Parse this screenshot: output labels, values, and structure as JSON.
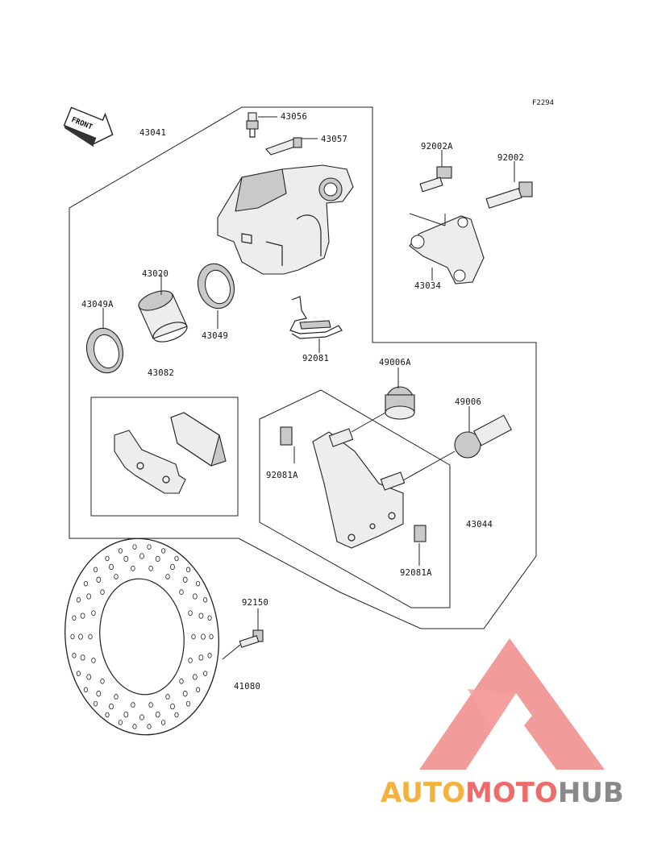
{
  "diagram": {
    "ref_code": "F2294",
    "front_arrow_label": "FRONT",
    "parts": [
      {
        "id": "43056",
        "label": "43056"
      },
      {
        "id": "43057",
        "label": "43057"
      },
      {
        "id": "43041",
        "label": "43041"
      },
      {
        "id": "43020",
        "label": "43020"
      },
      {
        "id": "43049A",
        "label": "43049A"
      },
      {
        "id": "43049",
        "label": "43049"
      },
      {
        "id": "43082",
        "label": "43082"
      },
      {
        "id": "92081",
        "label": "92081"
      },
      {
        "id": "92002A",
        "label": "92002A"
      },
      {
        "id": "92002",
        "label": "92002"
      },
      {
        "id": "43034",
        "label": "43034"
      },
      {
        "id": "49006A",
        "label": "49006A"
      },
      {
        "id": "49006",
        "label": "49006"
      },
      {
        "id": "92081A_top",
        "label": "92081A"
      },
      {
        "id": "92081A_bottom",
        "label": "92081A"
      },
      {
        "id": "43044",
        "label": "43044"
      },
      {
        "id": "92150",
        "label": "92150"
      },
      {
        "id": "41080",
        "label": "41080"
      }
    ]
  },
  "watermark": {
    "brand_part1": "AUTO",
    "brand_part2": "MOTO",
    "brand_part3": "HUB",
    "color_orange": "#f5b13d",
    "color_red": "#ef6b6b",
    "color_gray": "#8a8a8a",
    "logo_color": "#f08a8a"
  }
}
